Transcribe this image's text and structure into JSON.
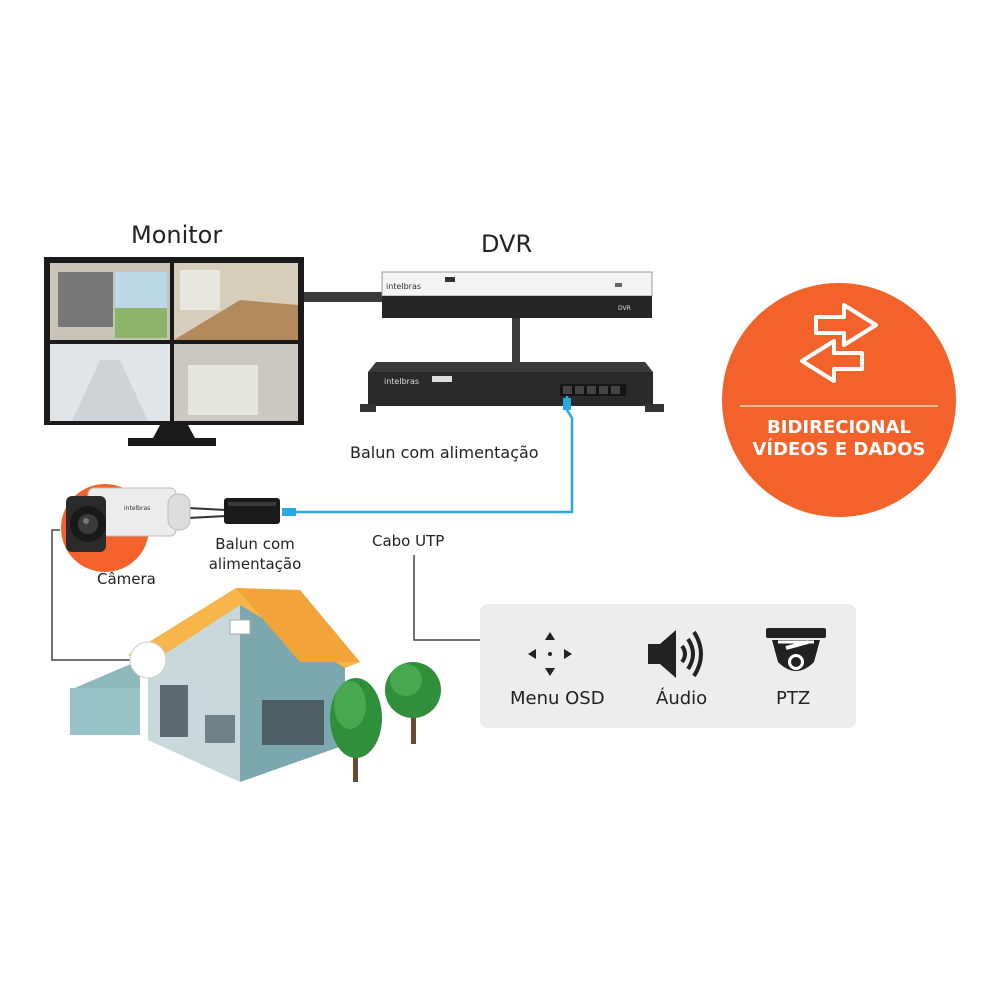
{
  "labels": {
    "monitor": "Monitor",
    "dvr": "DVR",
    "balun_top": "Balun com alimentação",
    "balun_left_1": "Balun com",
    "balun_left_2": "alimentação",
    "camera": "Câmera",
    "cable": "Cabo UTP"
  },
  "devices": {
    "dvr_brand": "intelbras",
    "dvr_model": "DVR",
    "balun_brand": "intelbras",
    "camera_brand": "intelbras"
  },
  "features": [
    {
      "label": "Menu OSD",
      "icon": "arrows-icon"
    },
    {
      "label": "Áudio",
      "icon": "speaker-icon"
    },
    {
      "label": "PTZ",
      "icon": "dome-camera-icon"
    }
  ],
  "badge": {
    "line1": "BIDIRECIONAL",
    "line2": "VÍDEOS E DADOS"
  },
  "colors": {
    "accent": "#f2622a",
    "cable": "#29a8e0",
    "roof": "#f7b54a",
    "wall": "#8fb8bc"
  }
}
